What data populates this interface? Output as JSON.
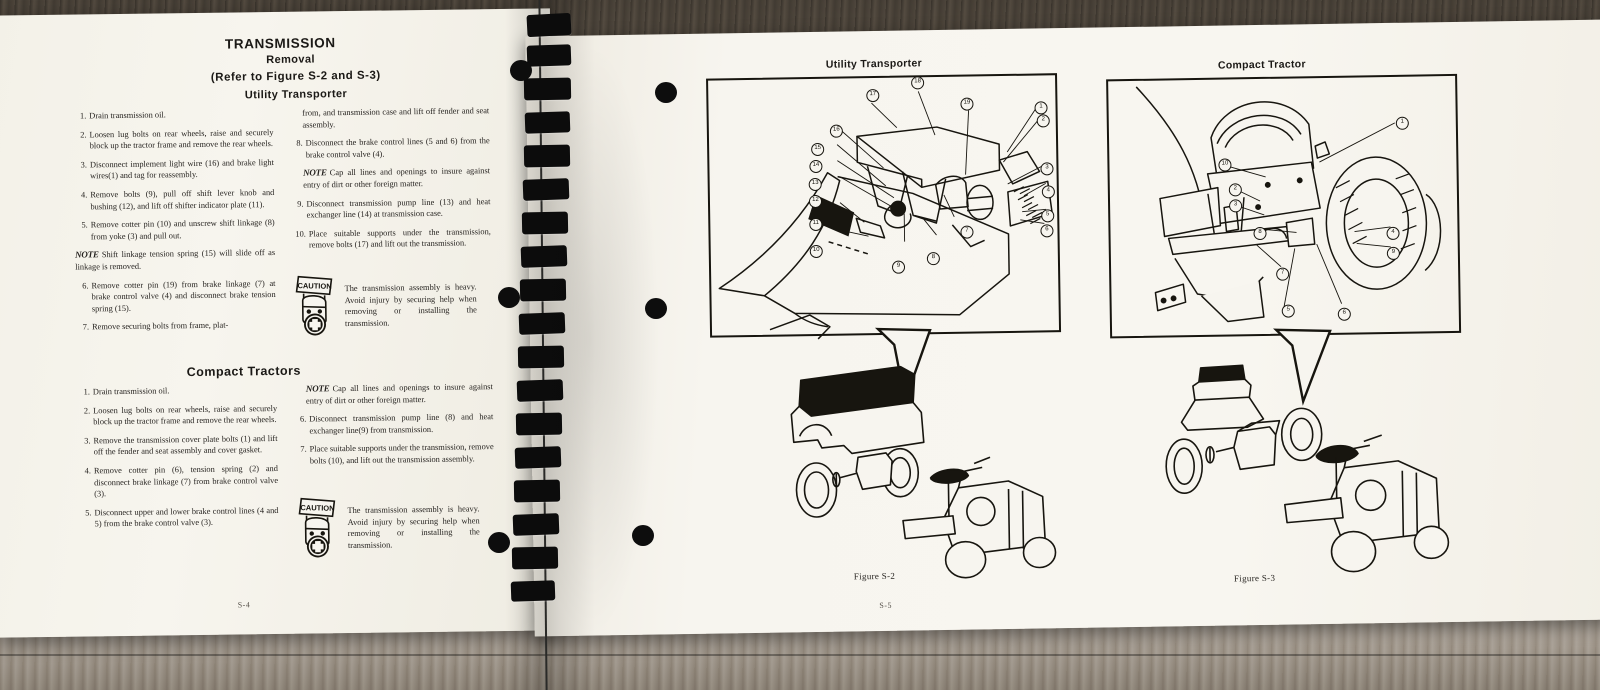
{
  "scene": {
    "description": "Open spiral-bound service manual on a wood surface",
    "background_color": "#6b6256",
    "page_color": "#f6f4ec",
    "ink_color": "#17150f"
  },
  "left_page": {
    "title": "TRANSMISSION",
    "subtitle_1": "Removal",
    "subtitle_2": "(Refer to Figure S-2 and S-3)",
    "subtitle_3": "Utility Transporter",
    "section_2_title": "Compact Tractors",
    "folio": "S-4",
    "utility_transporter": {
      "left_column": [
        {
          "n": "1.",
          "text": "Drain transmission oil."
        },
        {
          "n": "2.",
          "text": "Loosen lug bolts on rear wheels, raise and securely block up the tractor frame and remove the rear wheels."
        },
        {
          "n": "3.",
          "text": "Disconnect implement light wire (16) and brake light wires(1) and tag for reassembly."
        },
        {
          "n": "4.",
          "text": "Remove bolts (9), pull off shift lever knob and bushing (12), and lift off shifter indicator plate (11)."
        },
        {
          "n": "5.",
          "text": "Remove cotter pin (10) and unscrew shift linkage (8) from yoke (3) and pull out."
        }
      ],
      "left_note": {
        "label": "NOTE",
        "text": "Shift linkage tension spring (15) will slide off as linkage is removed."
      },
      "left_column_cont": [
        {
          "n": "6.",
          "text": "Remove cotter pin (19) from brake linkage (7) at brake control valve (4) and disconnect brake tension spring (15)."
        },
        {
          "n": "7.",
          "text": "Remove securing bolts from frame, plat-"
        }
      ],
      "right_column_lead": "from, and transmission case and lift off fender and seat assembly.",
      "right_column": [
        {
          "n": "8.",
          "text": "Disconnect the brake control lines (5 and 6) from the brake control valve (4)."
        }
      ],
      "right_note": {
        "label": "NOTE",
        "text": "Cap all lines and openings to insure against entry of dirt or other foreign matter."
      },
      "right_column_cont": [
        {
          "n": "9.",
          "text": "Disconnect transmission pump line (13) and heat exchanger line (14) at transmission case."
        },
        {
          "n": "10.",
          "text": "Place suitable supports under the transmission, remove bolts (17) and lift out the transmission."
        }
      ],
      "caution": {
        "sign_label": "CAUTION",
        "text": "The transmission assembly is heavy. Avoid injury by securing help when removing or installing the transmission."
      }
    },
    "compact_tractors": {
      "left_column": [
        {
          "n": "1.",
          "text": "Drain transmission oil."
        },
        {
          "n": "2.",
          "text": "Loosen lug bolts on rear wheels, raise and securely block up the tractor frame and remove the rear wheels."
        },
        {
          "n": "3.",
          "text": "Remove the transmission cover plate bolts (1) and lift off the fender and seat assembly and cover gasket."
        },
        {
          "n": "4.",
          "text": "Remove cotter pin (6), tension spring (2) and disconnect brake linkage (7) from brake control valve (3)."
        },
        {
          "n": "5.",
          "text": "Disconnect upper and lower brake control lines (4 and 5) from the brake control valve (3)."
        }
      ],
      "right_note": {
        "label": "NOTE",
        "text": "Cap all lines and openings to insure against entry of dirt or other foreign matter."
      },
      "right_column": [
        {
          "n": "6.",
          "text": "Disconnect transmission pump line (8) and heat exchanger line(9) from transmission."
        },
        {
          "n": "7.",
          "text": "Place suitable supports under the transmission, remove bolts (10), and lift out the transmission assembly."
        }
      ],
      "caution": {
        "sign_label": "CAUTION",
        "text": "The transmission assembly is heavy. Avoid injury by securing help when removing or installing the transmission."
      }
    }
  },
  "right_page": {
    "folio": "S-5",
    "figures": [
      {
        "heading": "Utility Transporter",
        "caption": "Figure S-2",
        "callouts": [
          "1",
          "2",
          "3",
          "4",
          "5",
          "6",
          "7",
          "8",
          "9",
          "10",
          "11",
          "12",
          "13",
          "14",
          "15",
          "16",
          "17",
          "18",
          "19"
        ]
      },
      {
        "heading": "Compact Tractor",
        "caption": "Figure S-3",
        "callouts": [
          "1",
          "2",
          "3",
          "4",
          "5",
          "6",
          "7",
          "8",
          "9",
          "10"
        ]
      }
    ]
  },
  "binding": {
    "type": "plastic-comb-spiral",
    "coil_count": 17
  }
}
